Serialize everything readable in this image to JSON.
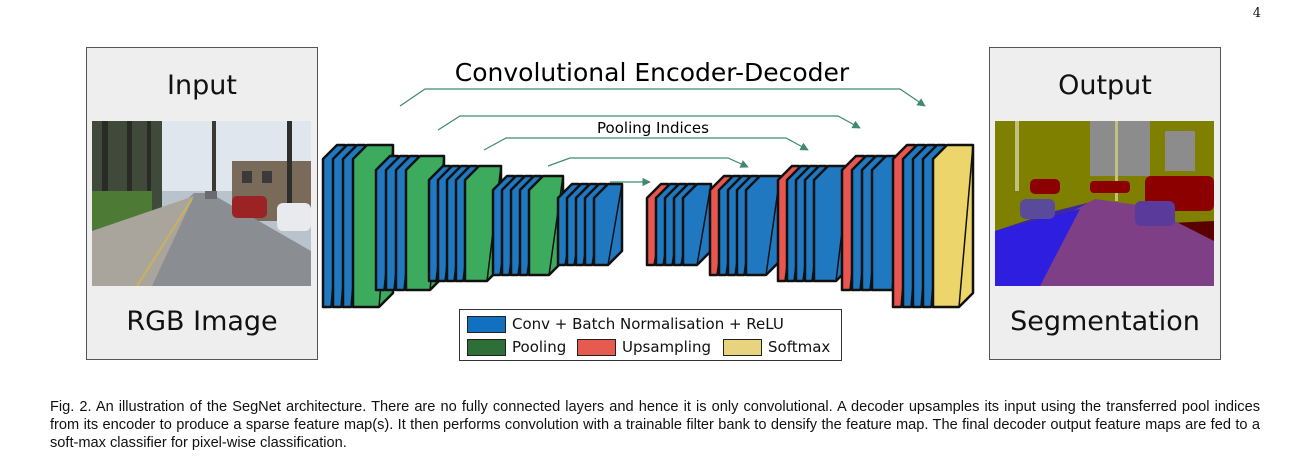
{
  "page_number": "4",
  "title": "Convolutional Encoder-Decoder",
  "pooling_indices_label": "Pooling Indices",
  "input_panel": {
    "title": "Input",
    "label": "RGB Image"
  },
  "output_panel": {
    "title": "Output",
    "label": "Segmentation"
  },
  "legend": {
    "conv": "Conv + Batch Normalisation + ReLU",
    "pool": "Pooling",
    "upsample": "Upsampling",
    "softmax": "Softmax"
  },
  "colors": {
    "conv": "#1f78c0",
    "pool": "#3dab5e",
    "upsample": "#e8564f",
    "softmax": "#ecd56a",
    "legend_conv": "#1170c0",
    "legend_pool": "#2e6f38",
    "legend_upsample": "#e65a50",
    "legend_softmax": "#e8d47e",
    "arrow": "#3f8a6e",
    "panel_bg": "#eeeeee"
  },
  "caption": "Fig. 2. An illustration of the SegNet architecture. There are no fully connected layers and hence it is only convolutional. A decoder upsamples its input using the transferred pool indices from its encoder to produce a sparse feature map(s). It then performs convolution with a trainable filter bank to densify the feature map. The final decoder output feature maps are fed to a soft-max classifier for pixel-wise classification."
}
